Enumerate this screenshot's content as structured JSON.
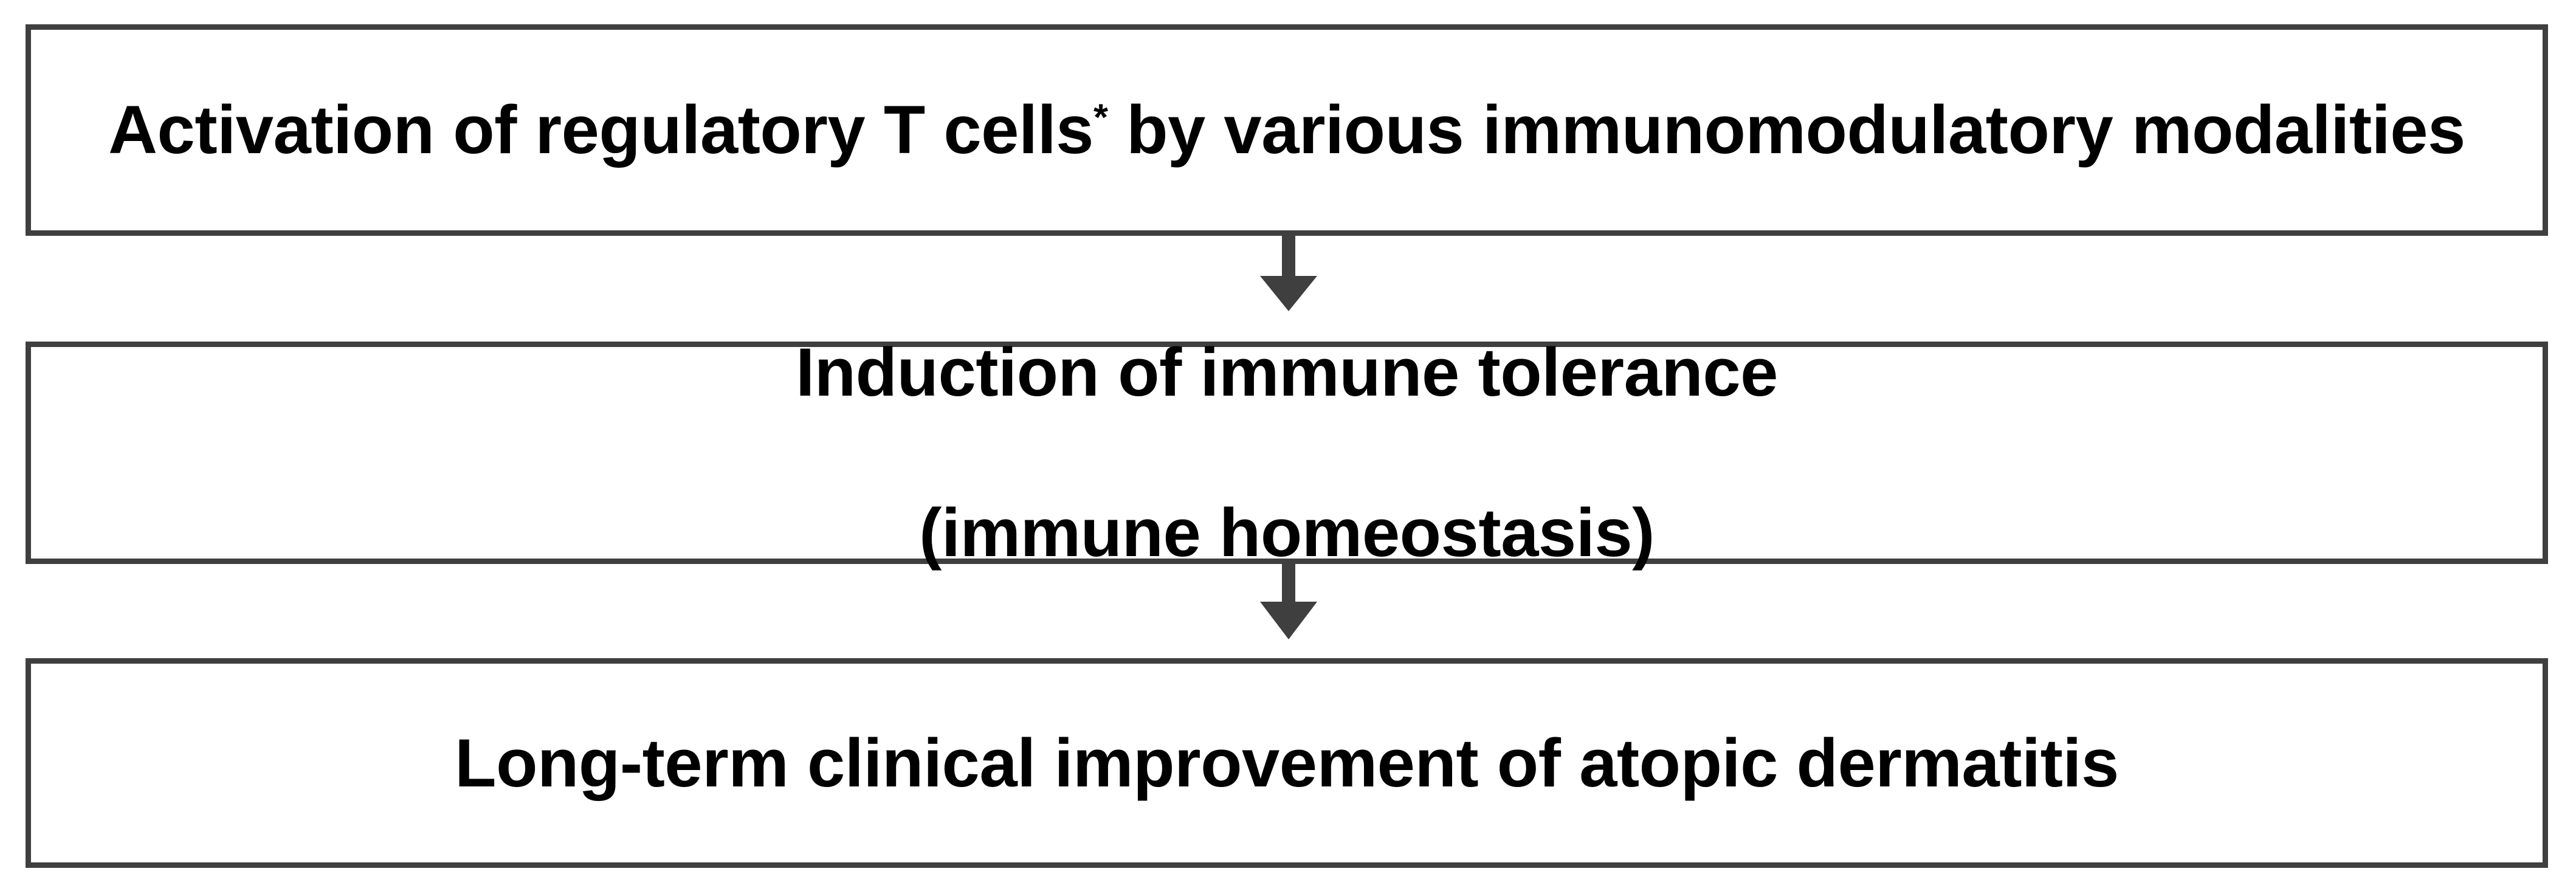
{
  "diagram": {
    "type": "vertical-flowchart",
    "background_color": "#ffffff",
    "border_color": "#3f3f3f",
    "text_color": "#000000",
    "arrow_color": "#3f3f3f",
    "steps": [
      {
        "id": "step-1",
        "text_plain": "Activation of regulatory T cells* by various immunomodulatory modalities",
        "text_before_marker": "Activation of regulatory T cells",
        "footnote_marker": "*",
        "text_after_marker": " by various immunomodulatory modalities",
        "lines": 1
      },
      {
        "id": "step-2",
        "text_plain": "Induction of immune tolerance\n(immune homeostasis)",
        "line_1": "Induction of immune tolerance",
        "line_2": "(immune homeostasis)",
        "lines": 2
      },
      {
        "id": "step-3",
        "text_plain": "Long-term clinical improvement of atopic dermatitis",
        "lines": 1
      }
    ],
    "connectors": [
      {
        "id": "connector-1",
        "from": "step-1",
        "to": "step-2",
        "direction": "down",
        "glyph": "down-arrow"
      },
      {
        "id": "connector-2",
        "from": "step-2",
        "to": "step-3",
        "direction": "down",
        "glyph": "down-arrow"
      }
    ]
  }
}
